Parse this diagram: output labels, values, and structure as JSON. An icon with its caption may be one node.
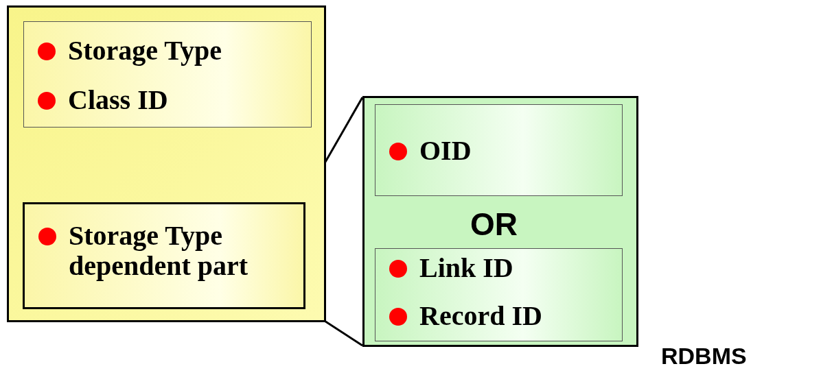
{
  "diagram": {
    "nodes": [
      {
        "text": [],
        "shape": "box"
      },
      {
        "text": [
          "Storage Type",
          "Class ID"
        ],
        "in": 0
      },
      {
        "text": [
          "Storage Type dependent part"
        ],
        "in": 0
      },
      {
        "text": [],
        "shape": "box"
      },
      {
        "text": [
          "OID"
        ],
        "in": 3
      },
      {
        "text": [
          "Link ID",
          "Record ID"
        ],
        "in": 3
      }
    ],
    "edges": [
      {
        "from": 2,
        "to": 3,
        "arrow": "none"
      },
      {
        "from": 2,
        "to": 3,
        "arrow": "none"
      }
    ],
    "labels": [
      "OR",
      "RDBMS"
    ]
  }
}
